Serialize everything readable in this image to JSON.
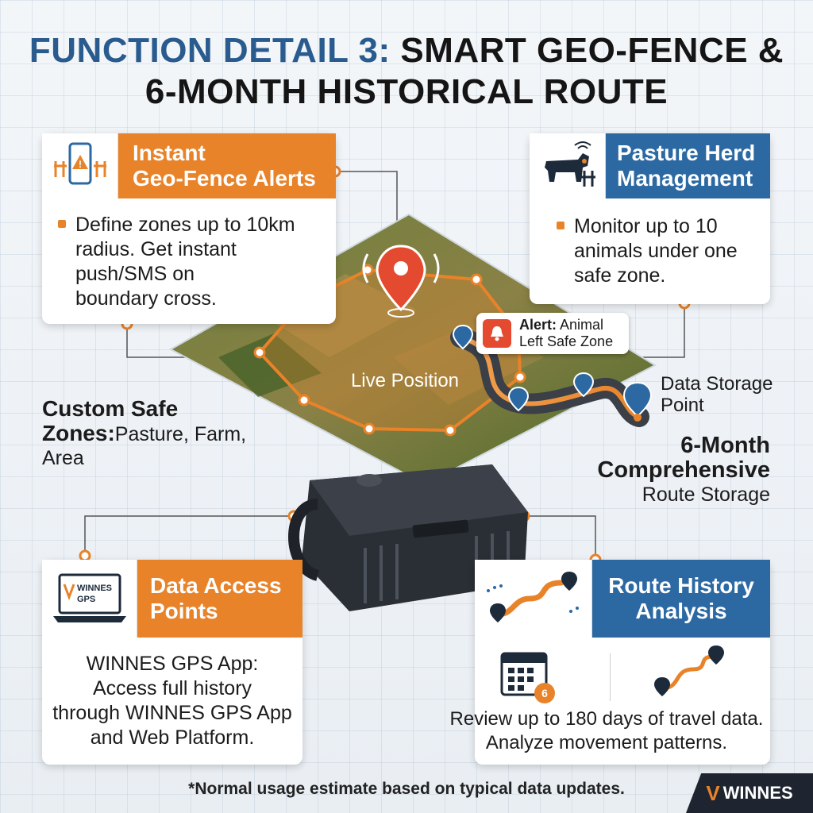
{
  "title": {
    "part1": "FUNCTION DETAIL 3:",
    "part2": "SMART GEO-FENCE &",
    "line2": "6-MONTH HISTORICAL ROUTE"
  },
  "cards": {
    "geofence": {
      "title_line1": "Instant",
      "title_line2": "Geo-Fence Alerts",
      "body_line1": "Define zones up to 10km",
      "body_line2": "radius. Get instant",
      "body_line3": "push/SMS on",
      "body_line4": "boundary cross."
    },
    "pasture": {
      "title_line1": "Pasture Herd",
      "title_line2": "Management",
      "body_line1": "Monitor up to 10",
      "body_line2": "animals under one",
      "body_line3": "safe zone."
    },
    "data_access": {
      "title_line1": "Data Access",
      "title_line2": "Points",
      "laptop_brand": "WINNES",
      "laptop_sub": "GPS",
      "body_line1": "WINNES GPS App:",
      "body_line2": "Access full history",
      "body_line3": "through WINNES GPS App",
      "body_line4": "and Web Platform."
    },
    "route_history": {
      "title_line1": "Route History",
      "title_line2": "Analysis",
      "calendar_badge": "6",
      "body_line1": "Review up to 180 days of travel data.",
      "body_line2": "Analyze movement patterns."
    }
  },
  "map": {
    "live_position": "Live Position",
    "alert_label": "Alert:",
    "alert_line1": "Animal",
    "alert_line2": "Left Safe Zone"
  },
  "labels": {
    "custom_safe_bold1": "Custom Safe",
    "custom_safe_bold2": "Zones:",
    "custom_safe_rest": "Pasture, Farm,",
    "custom_safe_line3": "Area",
    "storage_point_line1": "Data Storage",
    "storage_point_line2": "Point",
    "six_month_line1": "6-Month",
    "six_month_line2": "Comprehensive",
    "six_month_line3": "Route Storage"
  },
  "footnote": "*Normal usage estimate based on typical data updates.",
  "brand": "WINNES",
  "colors": {
    "orange": "#e8832a",
    "blue": "#2c69a3",
    "title_blue": "#2a5b8f",
    "alert_red": "#e34a2f"
  }
}
